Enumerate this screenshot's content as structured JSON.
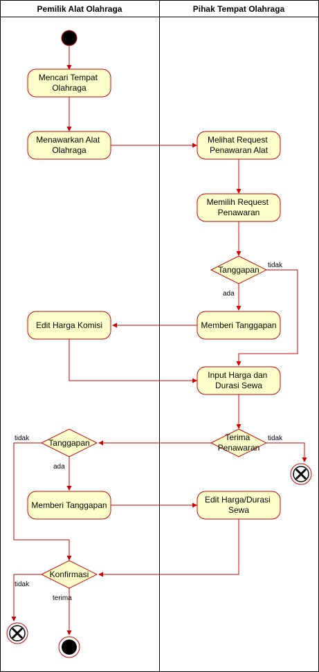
{
  "lanes": [
    {
      "id": "lane-left",
      "title": "Pemilik Alat Olahraga"
    },
    {
      "id": "lane-right",
      "title": "Pihak Tempat Olahraga"
    }
  ],
  "nodes": {
    "start": {
      "type": "initial"
    },
    "a1": {
      "type": "activity",
      "lines": [
        "Mencari Tempat",
        "Olahraga"
      ]
    },
    "a2": {
      "type": "activity",
      "lines": [
        "Menawarkan Alat",
        "Olahraga"
      ]
    },
    "b1": {
      "type": "activity",
      "lines": [
        "Melihat Request",
        "Penawaran Alat"
      ]
    },
    "b2": {
      "type": "activity",
      "lines": [
        "Memilih Request",
        "Penawaran"
      ]
    },
    "d1": {
      "type": "decision",
      "lines": [
        "Tanggapan"
      ]
    },
    "b3": {
      "type": "activity",
      "lines": [
        "Memberi Tanggapan"
      ]
    },
    "a3": {
      "type": "activity",
      "lines": [
        "Edit Harga Komisi"
      ]
    },
    "b4": {
      "type": "activity",
      "lines": [
        "Input Harga dan",
        "Durasi Sewa"
      ]
    },
    "d2": {
      "type": "decision",
      "lines": [
        "Terima",
        "Penawaran"
      ]
    },
    "end1": {
      "type": "flowfinal"
    },
    "d3": {
      "type": "decision",
      "lines": [
        "Tanggapan"
      ]
    },
    "a4": {
      "type": "activity",
      "lines": [
        "Memberi Tanggapan"
      ]
    },
    "b5": {
      "type": "activity",
      "lines": [
        "Edit Harga/Durasi",
        "Sewa"
      ]
    },
    "d4": {
      "type": "decision",
      "lines": [
        "Konfirmasi"
      ]
    },
    "end2": {
      "type": "flowfinal"
    },
    "final": {
      "type": "final"
    }
  },
  "guards": {
    "d1_no": "tidak",
    "d1_yes": "ada",
    "d2_no": "tidak",
    "d3_no": "tidak",
    "d3_yes": "ada",
    "d4_no": "tidak",
    "d4_yes": "terima"
  },
  "colors": {
    "fill": "#ffffcc",
    "stroke": "#cc0000",
    "lane_border": "#000000",
    "final": "#000000"
  }
}
